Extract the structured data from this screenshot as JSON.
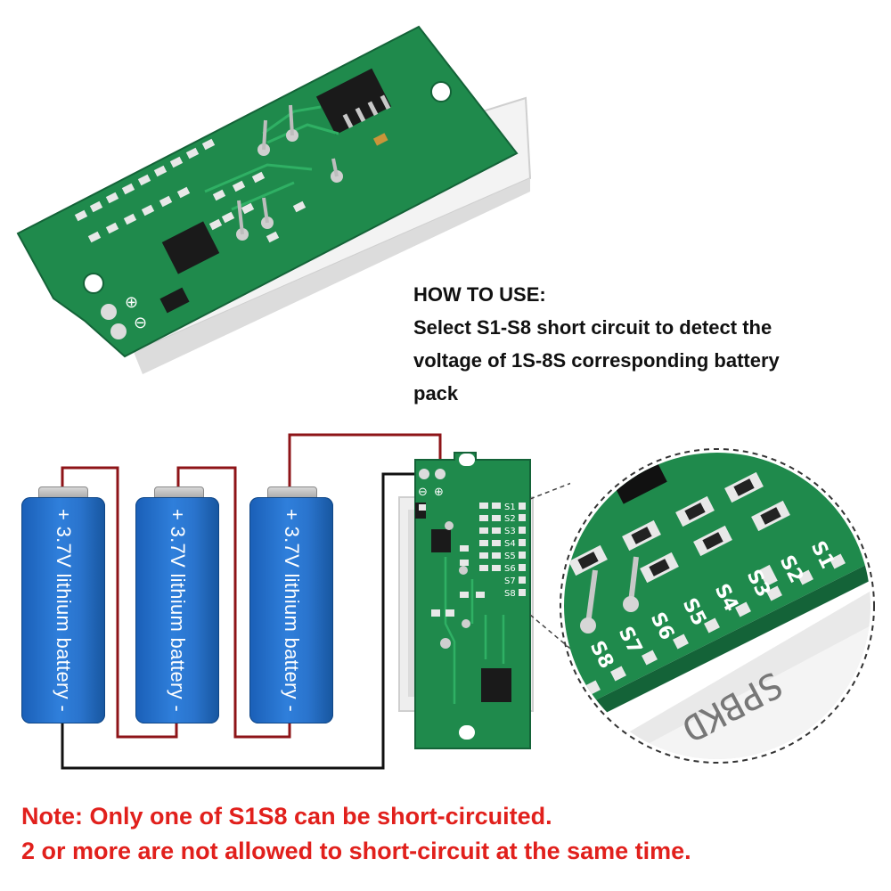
{
  "instructions": {
    "heading": "HOW TO USE:",
    "line1": "Select S1-S8 short circuit to detect the",
    "line2": "voltage of 1S-8S corresponding battery",
    "line3": "pack"
  },
  "batteries": [
    {
      "label": "+ 3.7V lithium battery -"
    },
    {
      "label": "+ 3.7V lithium battery -"
    },
    {
      "label": "+ 3.7V lithium battery -"
    }
  ],
  "board": {
    "pads": [
      "S1",
      "S2",
      "S3",
      "S4",
      "S5",
      "S6",
      "S7",
      "S8"
    ],
    "minus_symbol": "⊖",
    "plus_symbol": "⊕"
  },
  "zoom": {
    "pads": [
      "S1",
      "S2",
      "S3",
      "S4",
      "S5",
      "S6",
      "S7",
      "S8"
    ]
  },
  "notes": {
    "line1": "Note: Only one of S1S8 can be short-circuited.",
    "line2": "2 or more are not allowed to short-circuit at the same time."
  },
  "colors": {
    "pcb_green": "#1f8a4c",
    "battery_blue": "#2a74cd",
    "wire_red": "#8e1418",
    "wire_black": "#111111",
    "note_red": "#e1201c"
  }
}
